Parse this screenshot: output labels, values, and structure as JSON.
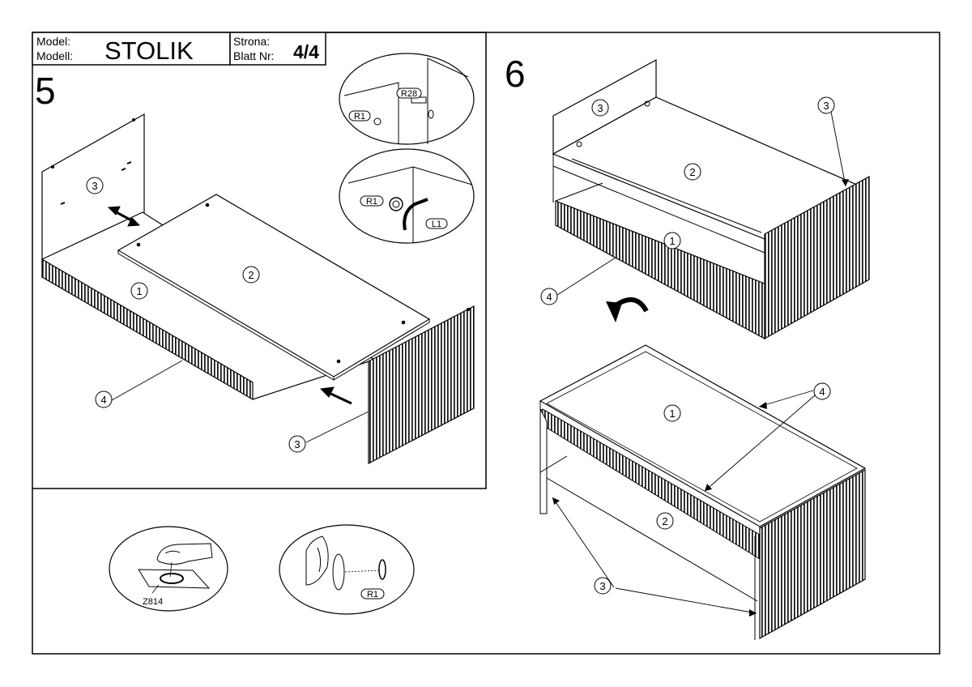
{
  "header": {
    "model_label_pl": "Model:",
    "model_label_de": "Modell:",
    "model_name": "STOLIK",
    "page_label_pl": "Strona:",
    "page_label_de": "Blatt Nr:",
    "page_number": "4/4"
  },
  "steps": {
    "step5": {
      "number": "5",
      "panel_labels": [
        "3",
        "2",
        "1",
        "4",
        "3"
      ],
      "detail_top": {
        "codes": [
          "R28",
          "R1"
        ]
      },
      "detail_bottom": {
        "codes": [
          "R1",
          "L1"
        ]
      }
    },
    "step6": {
      "number": "6",
      "upper_labels": [
        "3",
        "3",
        "2",
        "1",
        "4"
      ],
      "lower_labels": [
        "1",
        "4",
        "2",
        "3"
      ]
    }
  },
  "accessories": {
    "felt_pad_code": "Z814",
    "cap_code": "R1"
  }
}
